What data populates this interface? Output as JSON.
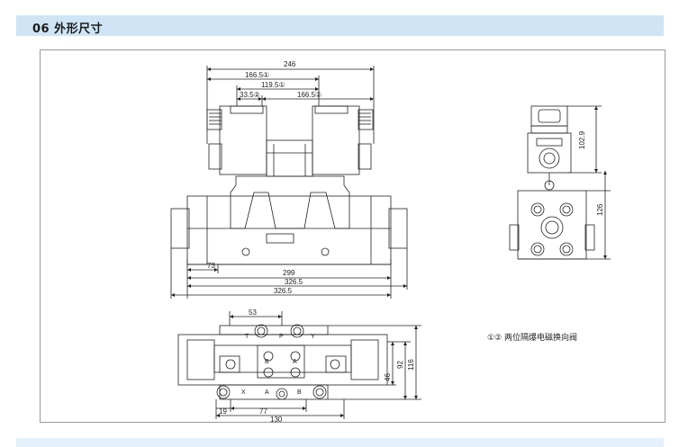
{
  "header": {
    "title": "06 外形尺寸"
  },
  "front_view": {
    "dims": {
      "d246": "246",
      "d1665": "166.5①",
      "d1195": "119.5①",
      "d335": "33.5②",
      "d1665b": "166.5②",
      "d73": "73",
      "d299": "299",
      "d3265a": "326.5",
      "d3265b": "326.5"
    }
  },
  "side_view": {
    "dims": {
      "d1029": "102.9",
      "d126": "126"
    }
  },
  "top_view": {
    "dims": {
      "d53": "53",
      "d19": "19",
      "d77": "77",
      "d130": "130",
      "d46": "46",
      "d92": "92",
      "d116": "116"
    },
    "ports": {
      "t": "T",
      "p": "P",
      "y": "Y",
      "x": "X",
      "a": "A",
      "b": "B",
      "b2": "B",
      "a2": "A"
    }
  },
  "note": "①② 两位隔爆电磁换向阀"
}
